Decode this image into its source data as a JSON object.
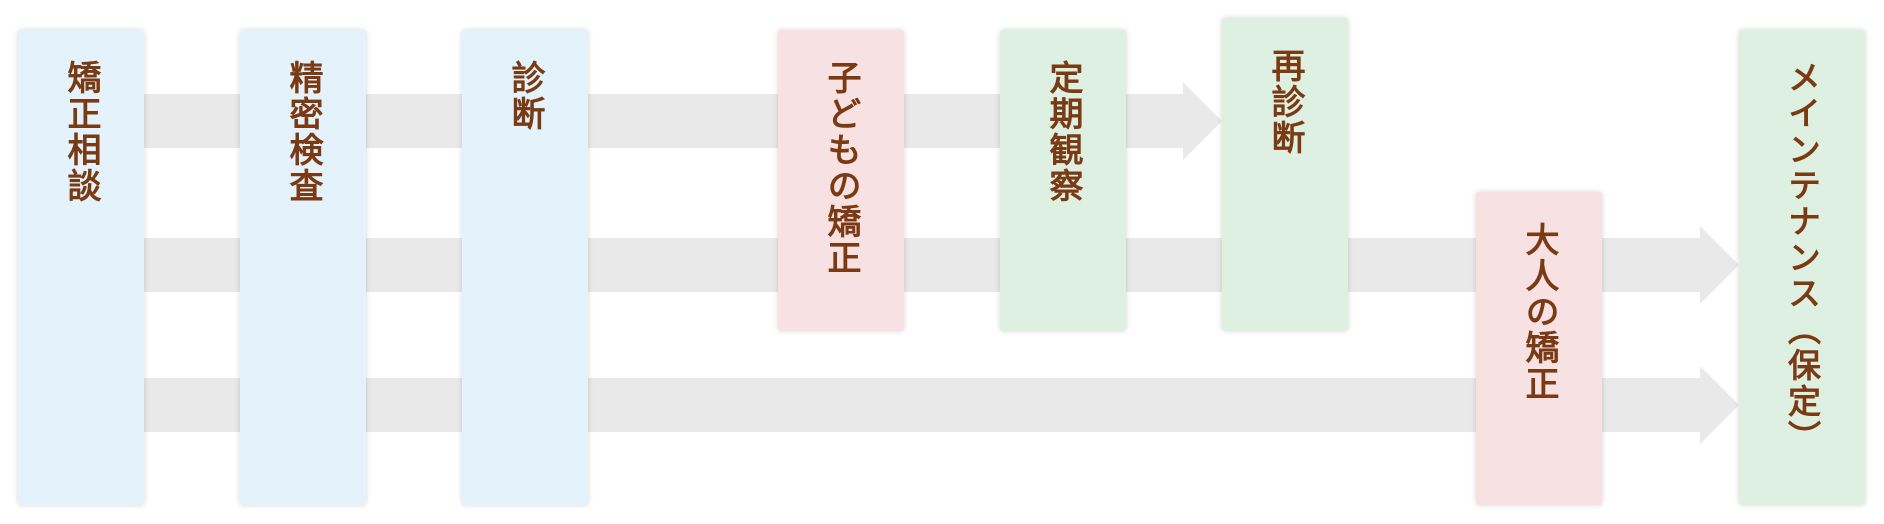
{
  "flow": {
    "steps": [
      {
        "id": "consultation",
        "label": "矯正相談",
        "color": "#e3f2fb"
      },
      {
        "id": "examination",
        "label": "精密検査",
        "color": "#e3f2fb"
      },
      {
        "id": "diagnosis",
        "label": "診断",
        "color": "#e3f2fb"
      },
      {
        "id": "child-treatment",
        "label": "子どもの矯正",
        "color": "#f8e1e2"
      },
      {
        "id": "observation",
        "label": "定期観察",
        "color": "#ddf0e2"
      },
      {
        "id": "rediagnosis",
        "label": "再診断",
        "color": "#ddf0e2"
      },
      {
        "id": "adult-treatment",
        "label": "大人の矯正",
        "color": "#f8e1e2"
      },
      {
        "id": "maintenance",
        "label": "メインテナンス（保定）",
        "color": "#ddf0e2"
      }
    ],
    "colors": {
      "text": "#7a3a13",
      "arrow": "#e9e9e9"
    }
  }
}
